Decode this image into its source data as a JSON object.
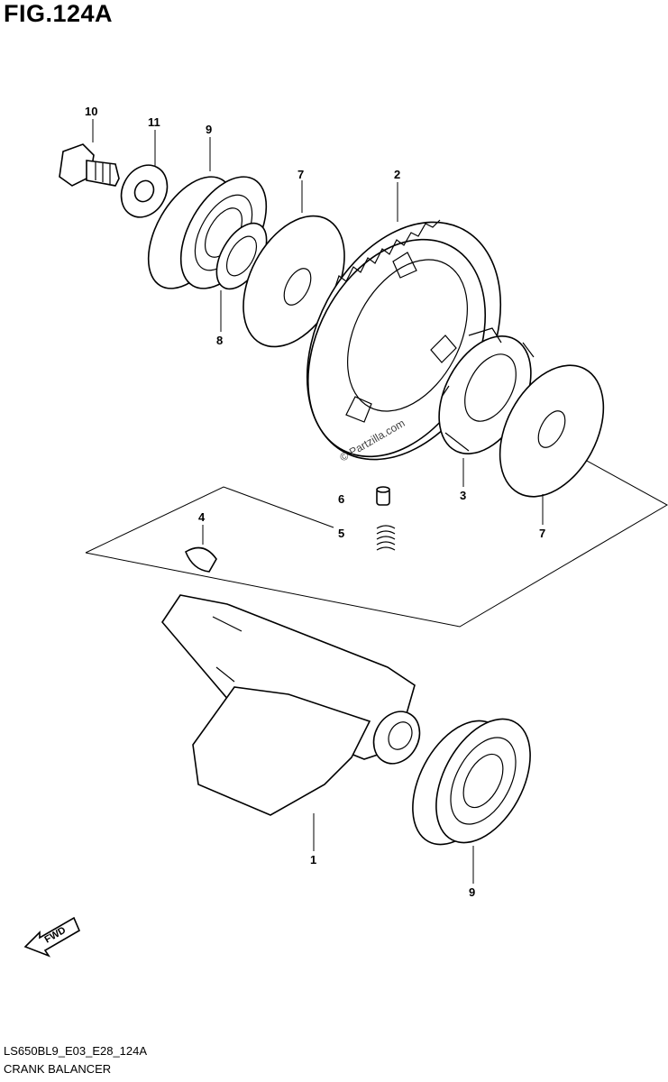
{
  "figure": {
    "title": "FIG.124A",
    "code": "LS650BL9_E03_E28_124A",
    "caption": "CRANK BALANCER",
    "watermark": "© Partzilla.com",
    "fwd_label": "FWD"
  },
  "callouts": [
    {
      "id": "callout-10",
      "text": "10"
    },
    {
      "id": "callout-11",
      "text": "11"
    },
    {
      "id": "callout-9-top",
      "text": "9"
    },
    {
      "id": "callout-7-top",
      "text": "7"
    },
    {
      "id": "callout-2",
      "text": "2"
    },
    {
      "id": "callout-8",
      "text": "8"
    },
    {
      "id": "callout-3",
      "text": "3"
    },
    {
      "id": "callout-6",
      "text": "6"
    },
    {
      "id": "callout-5",
      "text": "5"
    },
    {
      "id": "callout-7-right",
      "text": "7"
    },
    {
      "id": "callout-4",
      "text": "4"
    },
    {
      "id": "callout-1",
      "text": "1"
    },
    {
      "id": "callout-9-bottom",
      "text": "9"
    }
  ]
}
